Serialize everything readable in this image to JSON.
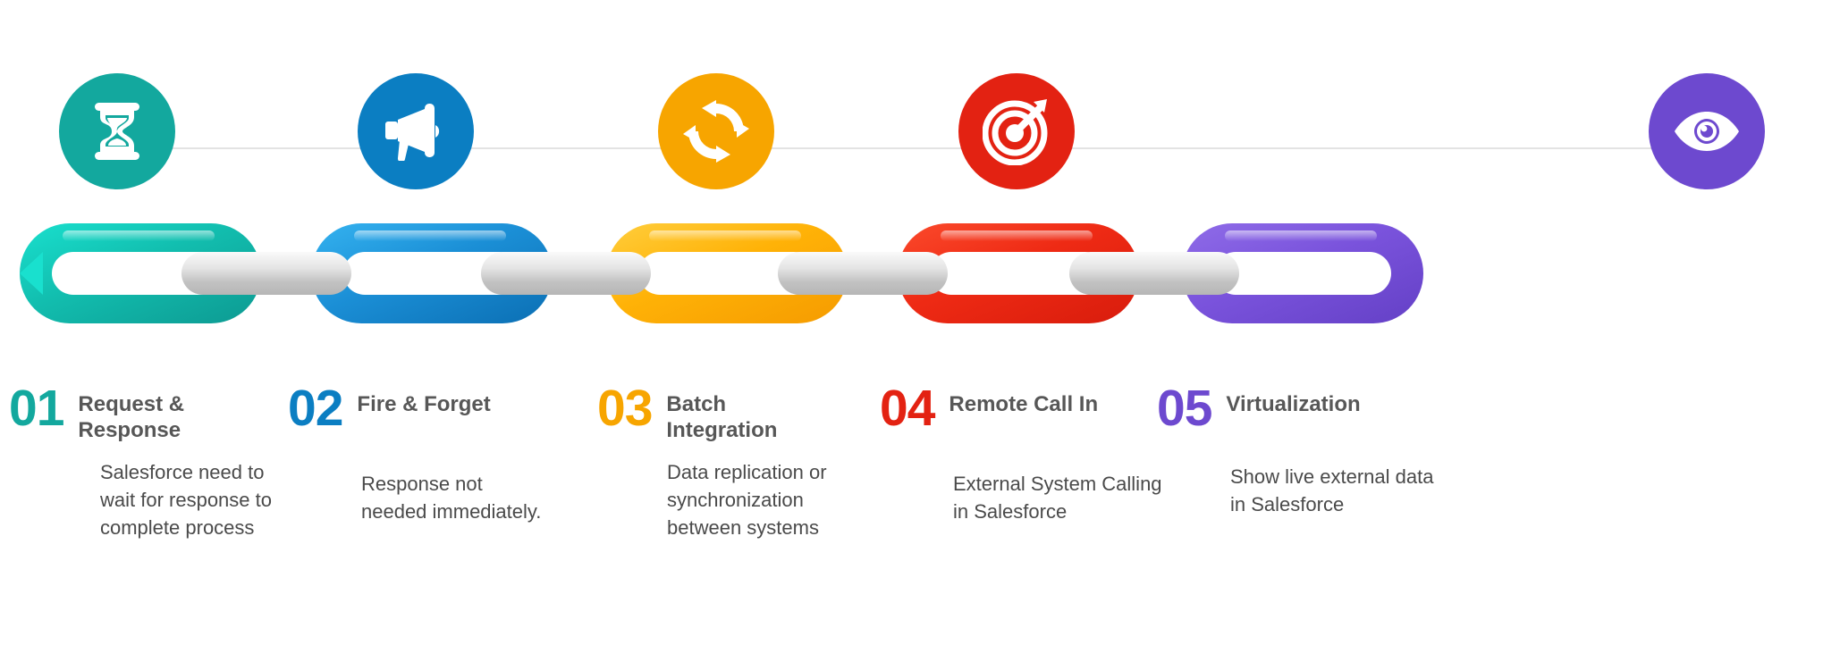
{
  "graphic": {
    "title": "Salesforce Integration Patterns Chain Infographic",
    "type": "process-chain",
    "background": "#ffffff",
    "guide_line_color": "#e3e3e3",
    "connector_color": "#c9c9c9",
    "title_text_color": "#575757",
    "desc_text_color": "#4a4a4a"
  },
  "steps": [
    {
      "number": "01",
      "title": "Request & Response",
      "description": "Salesforce need to wait for response to complete process",
      "color": "#13a89e",
      "color_light": "#19d3c5",
      "icon": "hourglass-icon"
    },
    {
      "number": "02",
      "title": "Fire & Forget",
      "description": "Response not needed immediately.",
      "color": "#0b7ec2",
      "color_light": "#2aa3e8",
      "icon": "megaphone-icon"
    },
    {
      "number": "03",
      "title": "Batch Integration",
      "description": "Data replication or synchronization between systems",
      "color": "#f7a500",
      "color_light": "#ffc22e",
      "icon": "sync-refresh-icon"
    },
    {
      "number": "04",
      "title": "Remote Call In",
      "description": "External System Calling in Salesforce",
      "color": "#e32212",
      "color_light": "#f53a22",
      "icon": "target-arrow-icon"
    },
    {
      "number": "05",
      "title": "Virtualization",
      "description": "Show live external data in Salesforce",
      "color": "#6d49cf",
      "color_light": "#8464e0",
      "icon": "eye-icon"
    }
  ]
}
